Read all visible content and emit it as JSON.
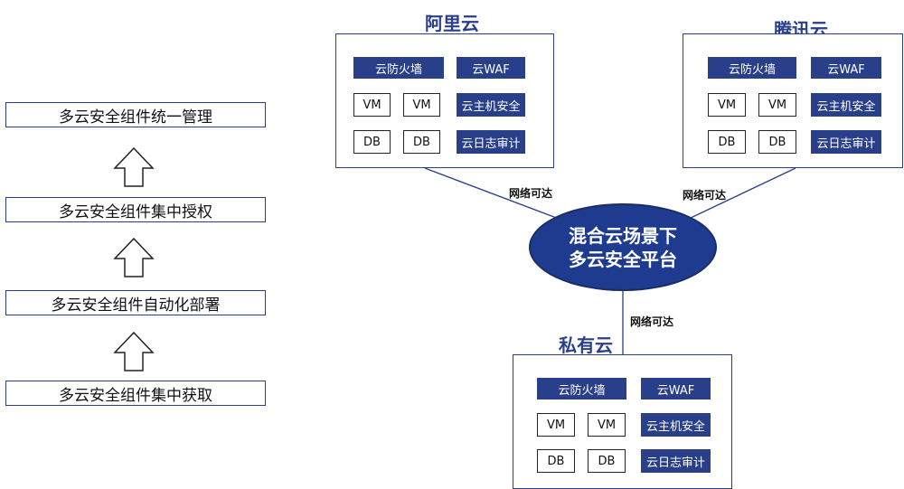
{
  "flow_steps": [
    "多云安全组件统一管理",
    "多云安全组件集中授权",
    "多云安全组件自动化部署",
    "多云安全组件集中获取"
  ],
  "hub": {
    "line1": "混合云场景下",
    "line2": "多云安全平台"
  },
  "link_label": "网络可达",
  "clouds": [
    {
      "title": "阿里云",
      "components": {
        "firewall": "云防火墙",
        "waf": "云WAF",
        "vm1": "VM",
        "vm2": "VM",
        "host_security": "云主机安全",
        "db1": "DB",
        "db2": "DB",
        "log_audit": "云日志审计"
      }
    },
    {
      "title": "腾讯云",
      "components": {
        "firewall": "云防火墙",
        "waf": "云WAF",
        "vm1": "VM",
        "vm2": "VM",
        "host_security": "云主机安全",
        "db1": "DB",
        "db2": "DB",
        "log_audit": "云日志审计"
      }
    },
    {
      "title": "私有云",
      "components": {
        "firewall": "云防火墙",
        "waf": "云WAF",
        "vm1": "VM",
        "vm2": "VM",
        "host_security": "云主机安全",
        "db1": "DB",
        "db2": "DB",
        "log_audit": "云日志审计"
      }
    }
  ],
  "colors": {
    "primary": "#2a3f8a",
    "hub_fill": "#1f3b8f"
  }
}
